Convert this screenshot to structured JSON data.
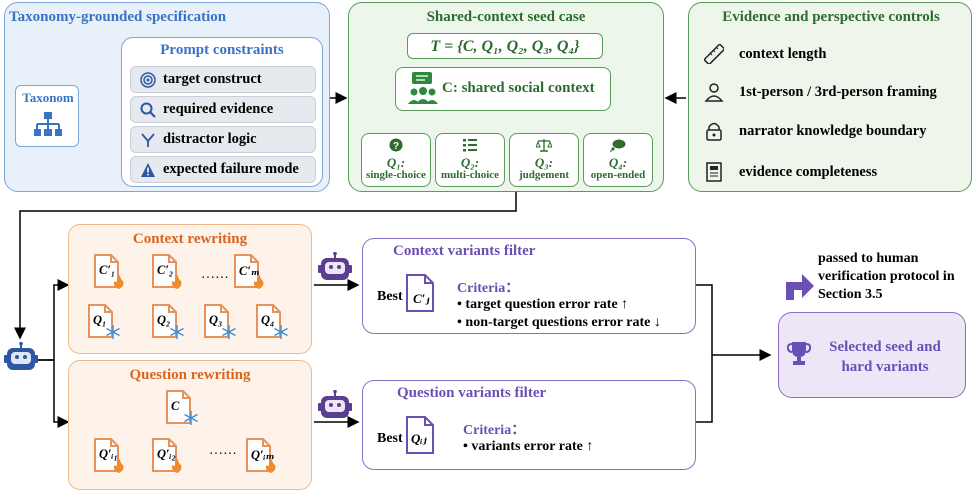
{
  "spec": {
    "title": "Taxonomy-grounded specification",
    "taxonomy_label": "Taxonom",
    "constraints_title": "Prompt constraints",
    "constraints": [
      {
        "label": "target construct",
        "icon": "target-icon"
      },
      {
        "label": "required evidence",
        "icon": "search-icon"
      },
      {
        "label": "distractor logic",
        "icon": "branch-icon"
      },
      {
        "label": "expected failure mode",
        "icon": "warning-icon"
      }
    ]
  },
  "seed": {
    "title": "Shared-context seed case",
    "formula": "T = {C, Q₁, Q₂, Q₃, Q₄}",
    "context_label": "C: shared social context",
    "questions": [
      {
        "name": "Q₁:",
        "type": "single-choice",
        "icon": "question-icon"
      },
      {
        "name": "Q₂:",
        "type": "multi-choice",
        "icon": "list-icon"
      },
      {
        "name": "Q₃:",
        "type": "judgement",
        "icon": "scale-icon"
      },
      {
        "name": "Q₄:",
        "type": "open-ended",
        "icon": "chat-bubble-icon"
      }
    ]
  },
  "controls": {
    "title": "Evidence and perspective controls",
    "items": [
      {
        "label": "context length",
        "icon": "ruler-icon"
      },
      {
        "label": "1st-person / 3rd-person framing",
        "icon": "person-icon"
      },
      {
        "label": "narrator knowledge boundary",
        "icon": "lock-icon"
      },
      {
        "label": "evidence completeness",
        "icon": "document-icon"
      }
    ]
  },
  "context_rewriting": {
    "title": "Context rewriting",
    "contexts": [
      "C′₁",
      "C′₂",
      "C′ₘ"
    ],
    "ellipsis": "······",
    "questions": [
      "Q₁",
      "Q₂",
      "Q₃",
      "Q₄"
    ]
  },
  "question_rewriting": {
    "title": "Question rewriting",
    "context": "C",
    "questions": [
      "Q′ᵢ₁",
      "Q′ᵢ₂",
      "Q′ᵢₘ"
    ],
    "ellipsis": "······"
  },
  "context_filter": {
    "title": "Context variants filter",
    "best_label": "Best",
    "best_item": "C′ⱼ",
    "criteria_title": "Criteria：",
    "criteria": [
      "• target question error rate ↑",
      "• non-target questions error rate ↓"
    ]
  },
  "question_filter": {
    "title": "Question variants filter",
    "best_label": "Best",
    "best_item": "Qᵢⱼ",
    "criteria_title": "Criteria：",
    "criteria": [
      "• variants error rate ↑"
    ]
  },
  "output": {
    "note": "passed to human verification protocol in Section  3.5",
    "label": "Selected seed and hard variants",
    "icon": "trophy-icon"
  },
  "colors": {
    "spec_bg": "#e8f0fa",
    "spec_border": "#7ea6d8",
    "seed_bg": "#edf6ea",
    "seed_border": "#5a9a5a",
    "controls_bg": "#eef5ea",
    "controls_border": "#5a9a5a",
    "rewrite_bg": "#fdf3ea",
    "rewrite_border": "#f1b98a",
    "filter_border": "#8b6fc6",
    "output_bg": "#ece6f6",
    "doc_orange": "#e8925a",
    "robot_purple": "#5b3e8f",
    "robot_blue": "#2f56a5"
  }
}
